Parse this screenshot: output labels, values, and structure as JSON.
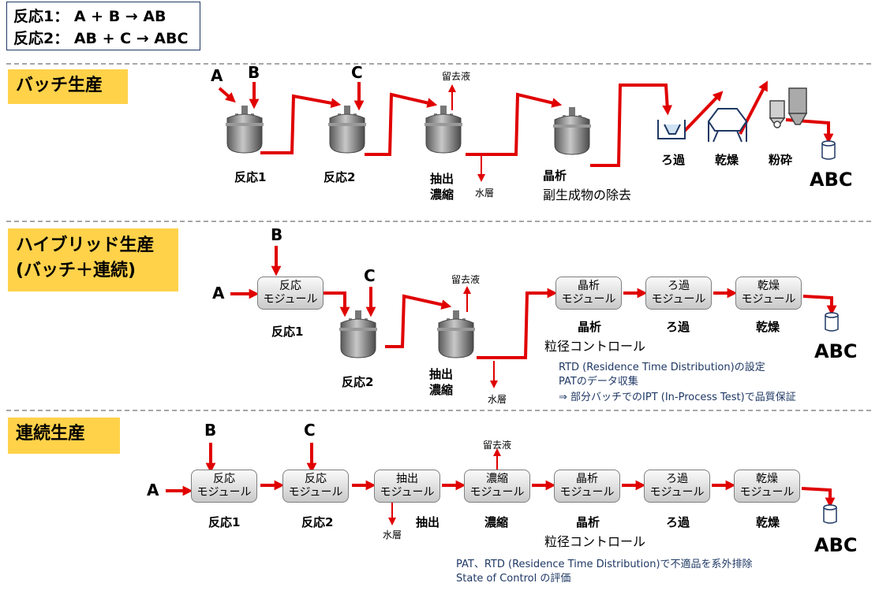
{
  "reactions": [
    "反応1： A + B → AB",
    "反応2： AB + C → ABC"
  ],
  "sections": {
    "batch": {
      "title": "バッチ生産"
    },
    "hybrid": {
      "title1": "ハイブリッド生産",
      "title2": "(バッチ＋連続)"
    },
    "continuous": {
      "title": "連続生産"
    }
  },
  "batch": {
    "A": "A",
    "B": "B",
    "C": "C",
    "distillate": "留去液",
    "water": "水層",
    "react1": "反応1",
    "react2": "反応2",
    "extract": "抽出",
    "concentrate": "濃縮",
    "cryst": "晶析",
    "cryst_sub": "副生成物の除去",
    "filter": "ろ過",
    "dry": "乾燥",
    "mill": "粉砕",
    "product": "ABC"
  },
  "hybrid": {
    "A": "A",
    "B": "B",
    "C": "C",
    "mod_react_1": "反応",
    "mod_react_2": "モジュール",
    "react1": "反応1",
    "react2": "反応2",
    "distillate": "留去液",
    "water": "水層",
    "extract": "抽出",
    "concentrate": "濃縮",
    "mod_cryst_1": "晶析",
    "mod_cryst_2": "モジュール",
    "mod_filter_1": "ろ過",
    "mod_filter_2": "モジュール",
    "mod_dry_1": "乾燥",
    "mod_dry_2": "モジュール",
    "cryst": "晶析",
    "cryst_sub": "粒径コントロール",
    "filter": "ろ過",
    "dry": "乾燥",
    "product": "ABC",
    "note1": "RTD (Residence Time Distribution)の設定",
    "note2": "PATのデータ収集",
    "note3": "⇒ 部分バッチでのIPT (In-Process Test)で品質保証"
  },
  "continuous": {
    "A": "A",
    "B": "B",
    "C": "C",
    "mods": [
      {
        "l1": "反応",
        "l2": "モジュール",
        "label": "反応1"
      },
      {
        "l1": "反応",
        "l2": "モジュール",
        "label": "反応2"
      },
      {
        "l1": "抽出",
        "l2": "モジュール",
        "label": "抽出"
      },
      {
        "l1": "濃縮",
        "l2": "モジュール",
        "label": "濃縮"
      },
      {
        "l1": "晶析",
        "l2": "モジュール",
        "label": "晶析"
      },
      {
        "l1": "ろ過",
        "l2": "モジュール",
        "label": "ろ過"
      },
      {
        "l1": "乾燥",
        "l2": "モジュール",
        "label": "乾燥"
      }
    ],
    "water": "水層",
    "distillate": "留去液",
    "cryst_sub": "粒径コントロール",
    "product": "ABC",
    "note1": "PAT、RTD (Residence Time Distribution)で不適品を系外排除",
    "note2": "State of Control の評価"
  },
  "colors": {
    "flow": "#e00000",
    "section_bg": "#ffd24a",
    "note": "#1f3864",
    "separator": "#a6a6a6"
  }
}
